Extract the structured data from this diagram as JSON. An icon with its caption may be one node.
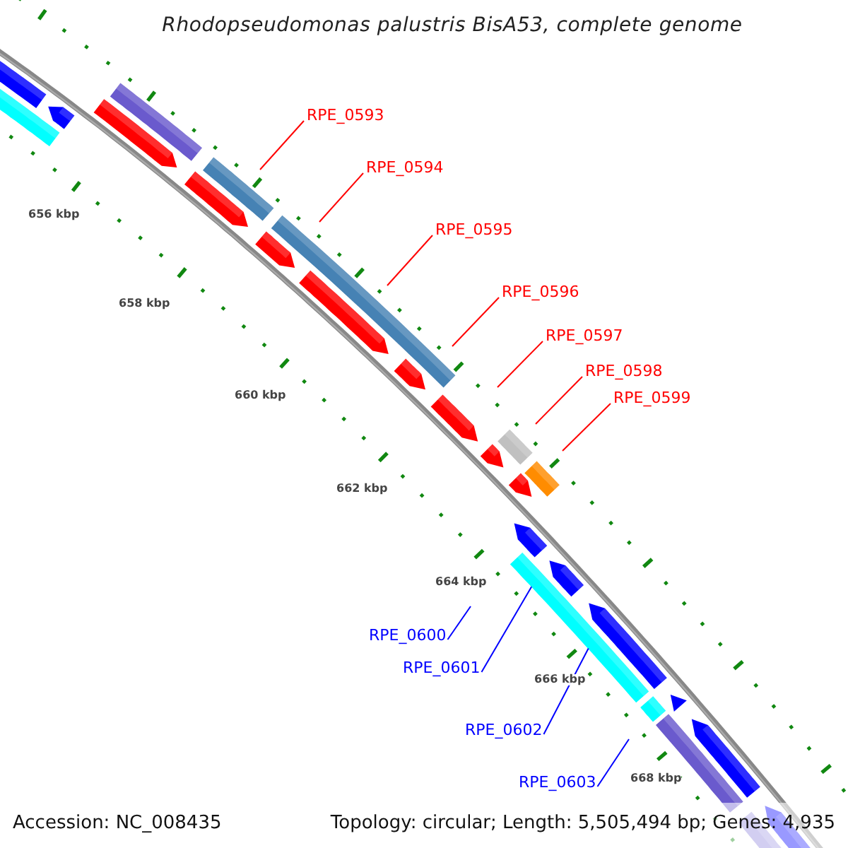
{
  "diagram": {
    "title": "Rhodopseudomonas palustris BisA53, complete genome",
    "nodes": [
      {
        "text": [
          "RPE_0593"
        ]
      },
      {
        "text": [
          "RPE_0594"
        ]
      },
      {
        "text": [
          "RPE_0595"
        ]
      },
      {
        "text": [
          "RPE_0596"
        ]
      },
      {
        "text": [
          "RPE_0597"
        ]
      },
      {
        "text": [
          "RPE_0598"
        ]
      },
      {
        "text": [
          "RPE_0599"
        ]
      },
      {
        "text": [
          "RPE_0600"
        ]
      },
      {
        "text": [
          "RPE_0601"
        ]
      },
      {
        "text": [
          "RPE_0602"
        ]
      },
      {
        "text": [
          "RPE_0603"
        ]
      },
      {
        "text": [],
        "shape": "bar"
      }
    ],
    "edges": [
      {
        "from": 0,
        "to": null,
        "arrow": "none"
      },
      {
        "from": 1,
        "to": null,
        "arrow": "none"
      },
      {
        "from": 2,
        "to": null,
        "arrow": "none"
      },
      {
        "from": 3,
        "to": null,
        "arrow": "none"
      },
      {
        "from": 4,
        "to": null,
        "arrow": "none"
      },
      {
        "from": 5,
        "to": null,
        "arrow": "none"
      },
      {
        "from": 6,
        "to": null,
        "arrow": "none"
      },
      {
        "from": 7,
        "to": null,
        "arrow": "none",
        "color": "#0000ff"
      },
      {
        "from": 8,
        "to": 11,
        "arrow": "none",
        "color": "#0000ff"
      },
      {
        "from": 9,
        "to": 11,
        "arrow": "none",
        "color": "#0000ff"
      },
      {
        "from": 10,
        "to": null,
        "arrow": "none",
        "color": "#0000ff"
      }
    ],
    "labels": [
      "656 kbp",
      "658 kbp",
      "660 kbp",
      "662 kbp",
      "664 kbp",
      "666 kbp",
      "668 kbp",
      "Accession: NC_008435",
      "Topology: circular; Length: 5,505,494 bp; Genes: 4,935"
    ]
  }
}
